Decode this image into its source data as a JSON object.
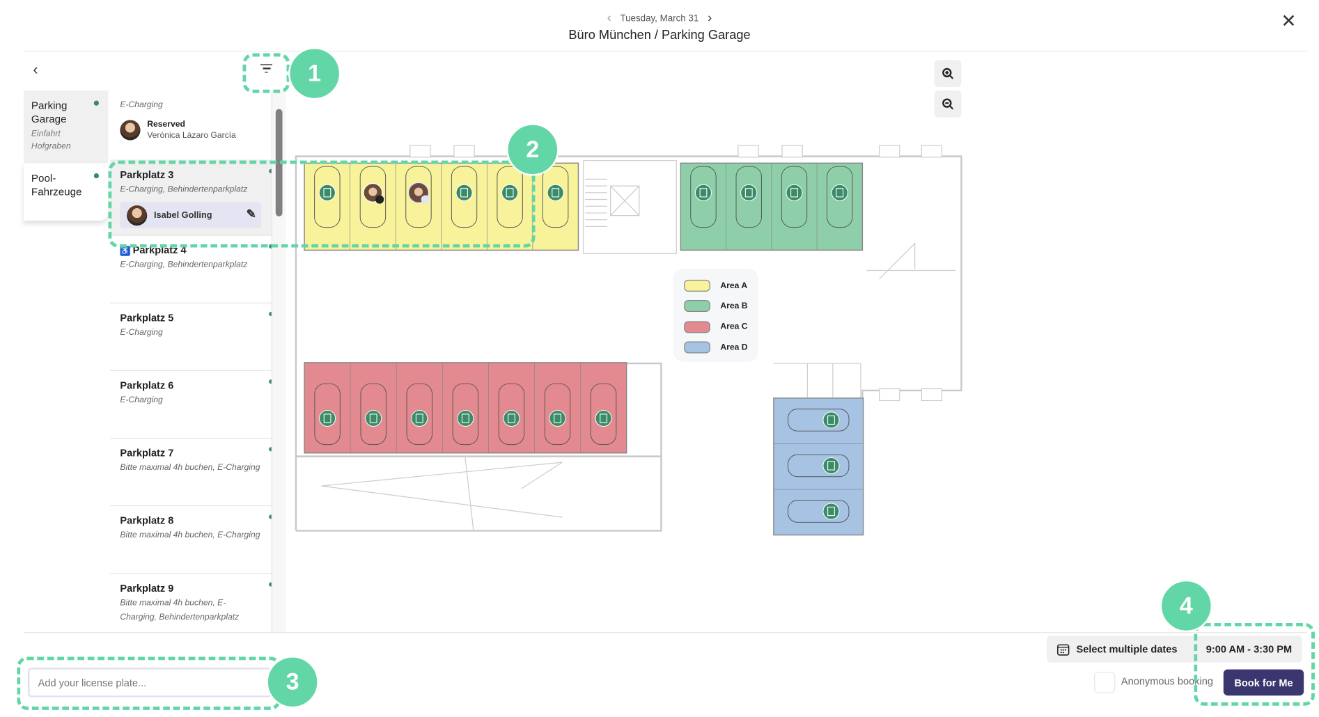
{
  "header": {
    "date": "Tuesday, March 31",
    "location": "Büro München",
    "separator": "/",
    "area": "Parking Garage"
  },
  "tabs": [
    {
      "label": "Parking Garage",
      "sub": "Einfahrt Hofgraben",
      "active": true
    },
    {
      "label": "Pool-Fahrzeuge",
      "sub": "",
      "active": false
    }
  ],
  "list": {
    "partial": {
      "sub": "E-Charging",
      "status": "Reserved",
      "user": "Verónica Lázaro García"
    },
    "items": [
      {
        "title": "Parkplatz 3",
        "sub": "E-Charging, Behindertenparkplatz",
        "user": "Isabel Golling",
        "selected": true
      },
      {
        "title": "Parkplatz 4",
        "sub": "E-Charging, Behindertenparkplatz",
        "accessible": true
      },
      {
        "title": "Parkplatz 5",
        "sub": "E-Charging"
      },
      {
        "title": "Parkplatz 6",
        "sub": "E-Charging"
      },
      {
        "title": "Parkplatz 7",
        "sub": "Bitte maximal 4h buchen, E-Charging"
      },
      {
        "title": "Parkplatz 8",
        "sub": "Bitte maximal 4h buchen, E-Charging"
      },
      {
        "title": "Parkplatz 9",
        "sub": "Bitte maximal 4h buchen, E-Charging, Behindertenparkplatz"
      }
    ]
  },
  "legend": [
    {
      "label": "Area A",
      "color": "#f8f39a"
    },
    {
      "label": "Area B",
      "color": "#8ecfaa"
    },
    {
      "label": "Area C",
      "color": "#e38a90"
    },
    {
      "label": "Area D",
      "color": "#a6c3e3"
    }
  ],
  "map": {
    "areas": {
      "A": [
        "free",
        "reserved-locked",
        "mine",
        "free",
        "free",
        "free"
      ],
      "B": [
        "free",
        "free",
        "free",
        "free"
      ],
      "C": [
        "free",
        "free",
        "free",
        "free",
        "free",
        "free",
        "free"
      ],
      "D": [
        "free",
        "free",
        "free"
      ]
    },
    "marker_color": "#3b8a68"
  },
  "footer": {
    "plate_placeholder": "Add your license plate...",
    "select_dates": "Select multiple dates",
    "time": "9:00 AM - 3:30 PM",
    "anonymous": "Anonymous booking",
    "book": "Book for Me"
  },
  "annotations": [
    "1",
    "2",
    "3",
    "4"
  ],
  "accent": "#63d6a7"
}
